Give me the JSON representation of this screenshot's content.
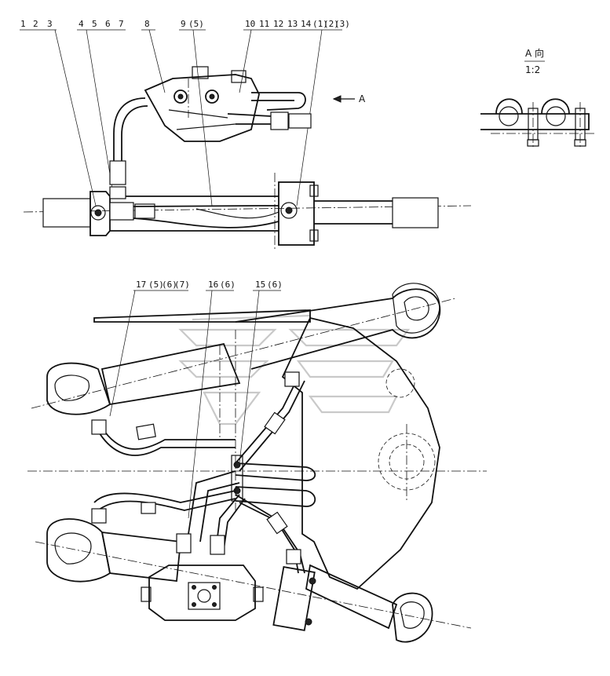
{
  "callouts_top": [
    {
      "id": "c1",
      "text": "1"
    },
    {
      "id": "c2",
      "text": "2"
    },
    {
      "id": "c3",
      "text": "3"
    },
    {
      "id": "c4",
      "text": "4"
    },
    {
      "id": "c5",
      "text": "5"
    },
    {
      "id": "c6",
      "text": "6"
    },
    {
      "id": "c7",
      "text": "7"
    },
    {
      "id": "c8",
      "text": "8"
    },
    {
      "id": "c9",
      "text": "9"
    },
    {
      "id": "c9b",
      "text": "(5)"
    },
    {
      "id": "c10",
      "text": "10"
    },
    {
      "id": "c11",
      "text": "11"
    },
    {
      "id": "c12",
      "text": "12"
    },
    {
      "id": "c13",
      "text": "13"
    },
    {
      "id": "c14",
      "text": "14"
    },
    {
      "id": "cp1",
      "text": "(1)"
    },
    {
      "id": "cp2",
      "text": "(2)"
    },
    {
      "id": "cp3",
      "text": "(3)"
    }
  ],
  "callouts_mid": [
    {
      "id": "c17",
      "text": "17"
    },
    {
      "id": "c17a",
      "text": "(5)"
    },
    {
      "id": "c17b",
      "text": "(6)"
    },
    {
      "id": "c17c",
      "text": "(7)"
    },
    {
      "id": "c16",
      "text": "16"
    },
    {
      "id": "c16a",
      "text": "(6)"
    },
    {
      "id": "c15",
      "text": "15"
    },
    {
      "id": "c15a",
      "text": "(6)"
    }
  ],
  "view_arrow_label": "A",
  "detail_view": {
    "title": "A 向",
    "scale": "1:2"
  }
}
